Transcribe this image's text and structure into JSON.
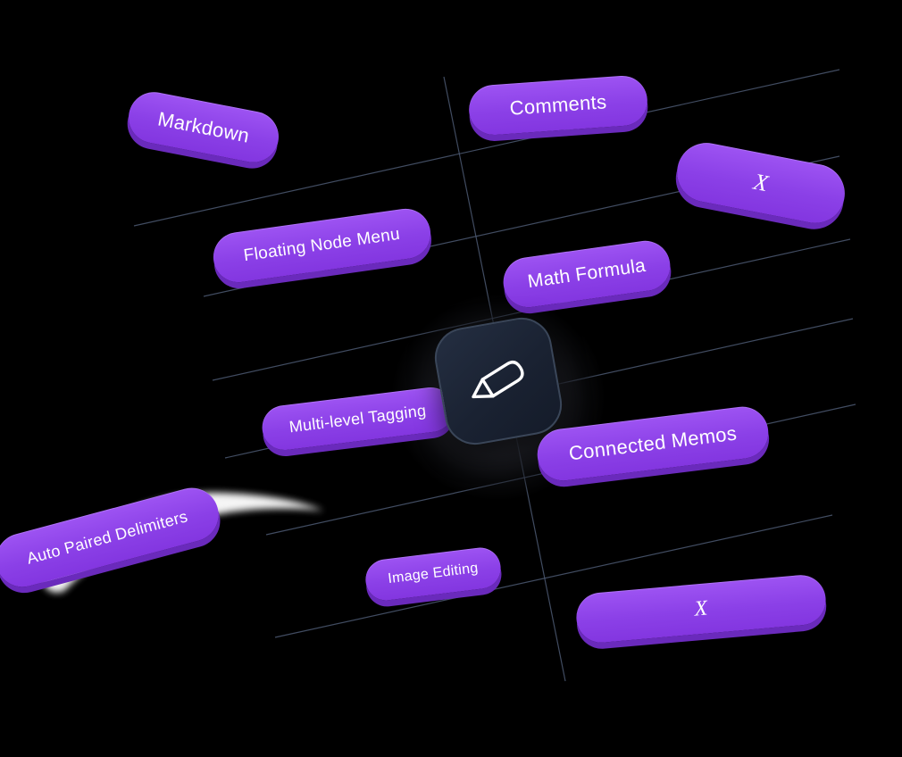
{
  "pills": [
    {
      "id": "markdown",
      "label": "Markdown"
    },
    {
      "id": "comments",
      "label": "Comments"
    },
    {
      "id": "x-top",
      "label": "X"
    },
    {
      "id": "floating-node-menu",
      "label": "Floating Node Menu"
    },
    {
      "id": "math-formula",
      "label": "Math Formula"
    },
    {
      "id": "multi-level-tagging",
      "label": "Multi-level Tagging"
    },
    {
      "id": "connected-memos",
      "label": "Connected Memos"
    },
    {
      "id": "auto-paired-delimiters",
      "label": "Auto Paired Delimiters"
    },
    {
      "id": "image-editing",
      "label": "Image Editing"
    },
    {
      "id": "x-bottom",
      "label": "X"
    }
  ],
  "center_icon": {
    "name": "pencil-icon"
  },
  "colors": {
    "background": "#000000",
    "pill": "#8B40E7",
    "pill_edge": "#6A2ABC",
    "pill_text": "#FFFFFF",
    "tile_background": "#1A2232",
    "tile_border": "#3A4659",
    "grid_line": "#4D5A73",
    "swoosh": "#FFFFFF"
  }
}
